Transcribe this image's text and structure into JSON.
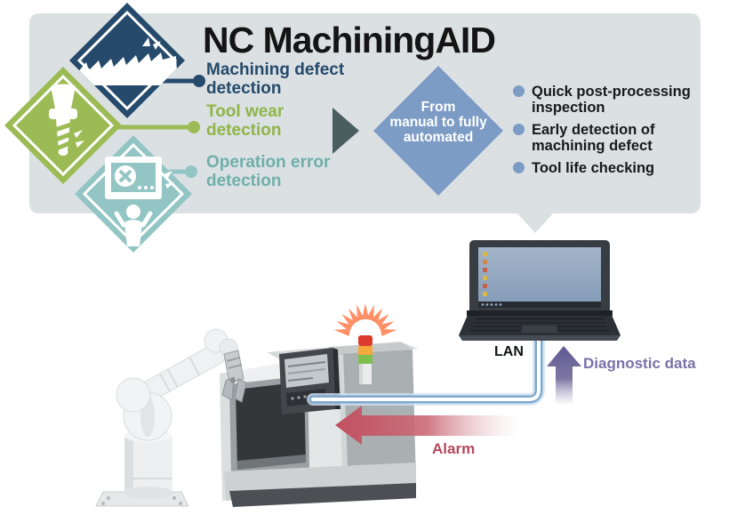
{
  "title": "NC MachiningAID",
  "features": {
    "items": [
      {
        "label": "Machining defect detection",
        "color": "#254a6b",
        "icon": "milling-cutter-icon"
      },
      {
        "label": "Tool wear detection",
        "color": "#8fb548",
        "icon": "end-mill-tool-icon"
      },
      {
        "label": "Operation error detection",
        "color": "#6fafaa",
        "icon": "monitor-error-icon"
      }
    ]
  },
  "transform_diamond": {
    "lines": [
      "From",
      "manual to fully",
      "automated"
    ],
    "color": "#7d9cc5"
  },
  "benefits": {
    "bullet_color": "#7d9cc5",
    "items": [
      {
        "text": "Quick post-processing inspection"
      },
      {
        "text": "Early detection of machining defect"
      },
      {
        "text": "Tool life checking"
      }
    ]
  },
  "labels": {
    "lan": "LAN",
    "diagnostic": "Diagnostic data",
    "alarm": "Alarm"
  },
  "colors": {
    "panel_bg": "#dbe0e3",
    "navy": "#254a6b",
    "green": "#9cbb55",
    "teal": "#93c5c4",
    "accent_blue": "#7d9cc5",
    "slate_arrow": "#4a5e5e",
    "alarm_red": "#b4485c",
    "diagnostic_purple": "#7a72a8"
  },
  "icons": {
    "feature_icons": [
      "milling-cutter-icon",
      "end-mill-tool-icon",
      "monitor-error-icon"
    ],
    "flow_arrow": "right-arrow-icon",
    "status_light": "alarm-stack-light"
  }
}
